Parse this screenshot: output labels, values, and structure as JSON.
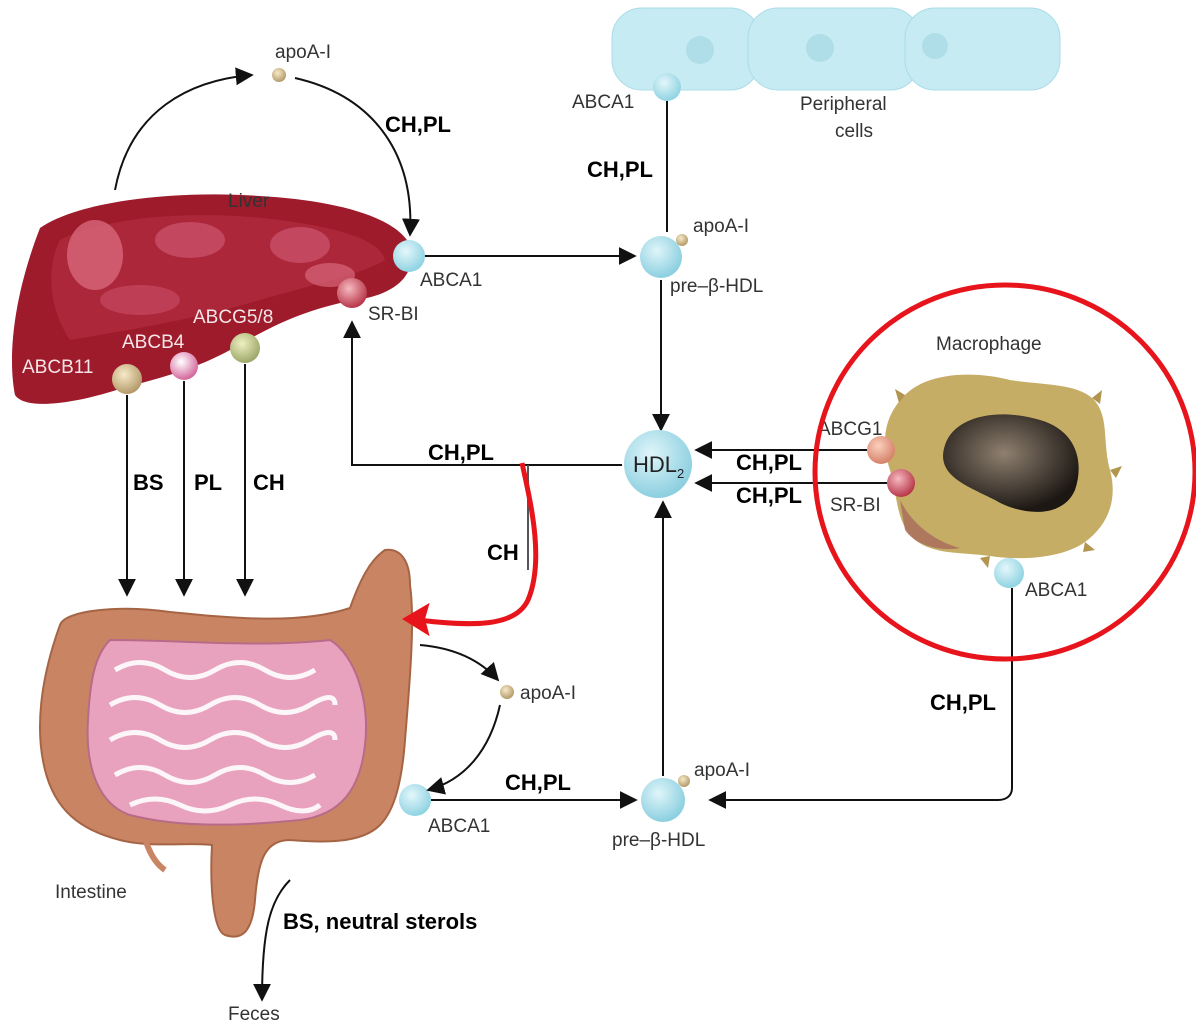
{
  "organs": {
    "liver": "Liver",
    "intestine": "Intestine",
    "peripheral_line1": "Peripheral",
    "peripheral_line2": "cells",
    "macrophage": "Macrophage",
    "feces": "Feces"
  },
  "transporters": {
    "abca1_peripheral": "ABCA1",
    "abca1_liver": "ABCA1",
    "srbi_liver": "SR-BI",
    "abcg58": "ABCG5/8",
    "abcb4": "ABCB4",
    "abcb11": "ABCB11",
    "abcg1_macrophage": "ABCG1",
    "srbi_macrophage": "SR-BI",
    "abca1_macrophage": "ABCA1",
    "abca1_intestine": "ABCA1"
  },
  "particles": {
    "apoai_top": "apoA-I",
    "apoai_upper_prebeta": "apoA-I",
    "prebeta_upper": "pre–β-HDL",
    "apoai_intestine": "apoA-I",
    "apoai_lower_prebeta": "apoA-I",
    "prebeta_lower": "pre–β-HDL",
    "hdl2_main": "HDL",
    "hdl2_sub": "2"
  },
  "flows": {
    "liver_top": "CH,PL",
    "peripheral": "CH,PL",
    "hdl_to_liver": "CH,PL",
    "macro_abcg1": "CH,PL",
    "macro_srbi": "CH,PL",
    "macro_abca1": "CH,PL",
    "intestine_abca1": "CH,PL",
    "ch_direct": "CH",
    "bs": "BS",
    "pl": "PL",
    "ch": "CH",
    "excretion": "BS, neutral sterols"
  },
  "colors": {
    "highlight": "#e8141b",
    "hdl_particle": "#a6dde6",
    "liver": "#9e1b2b",
    "intestine_outer": "#c98563",
    "intestine_inner": "#e9a2be",
    "macrophage_body": "#c6ad66"
  }
}
